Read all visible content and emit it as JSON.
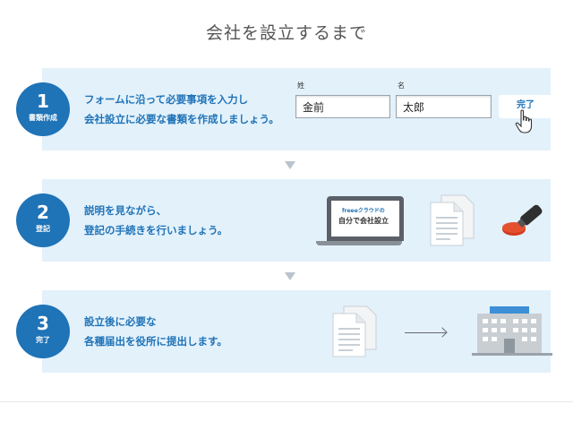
{
  "title": "会社を設立するまで",
  "steps": [
    {
      "num": "1",
      "label": "書類作成",
      "desc": [
        "フォームに沿って必要事項を入力し",
        "会社設立に必要な書類を作成しましょう。"
      ]
    },
    {
      "num": "2",
      "label": "登記",
      "desc": [
        "説明を見ながら、",
        "登記の手続きを行いましょう。"
      ]
    },
    {
      "num": "3",
      "label": "完了",
      "desc": [
        "設立後に必要な",
        "各種届出を役所に提出します。"
      ]
    }
  ],
  "form": {
    "last_name_label": "姓",
    "last_name_value": "金前",
    "first_name_label": "名",
    "first_name_value": "太郎",
    "done_label": "完了"
  },
  "laptop": {
    "cloud_label": "freeeクラウドの",
    "screen_text": "自分で会社設立"
  },
  "colors": {
    "accent": "#1f73b7",
    "panel": "#e3f1fb"
  }
}
